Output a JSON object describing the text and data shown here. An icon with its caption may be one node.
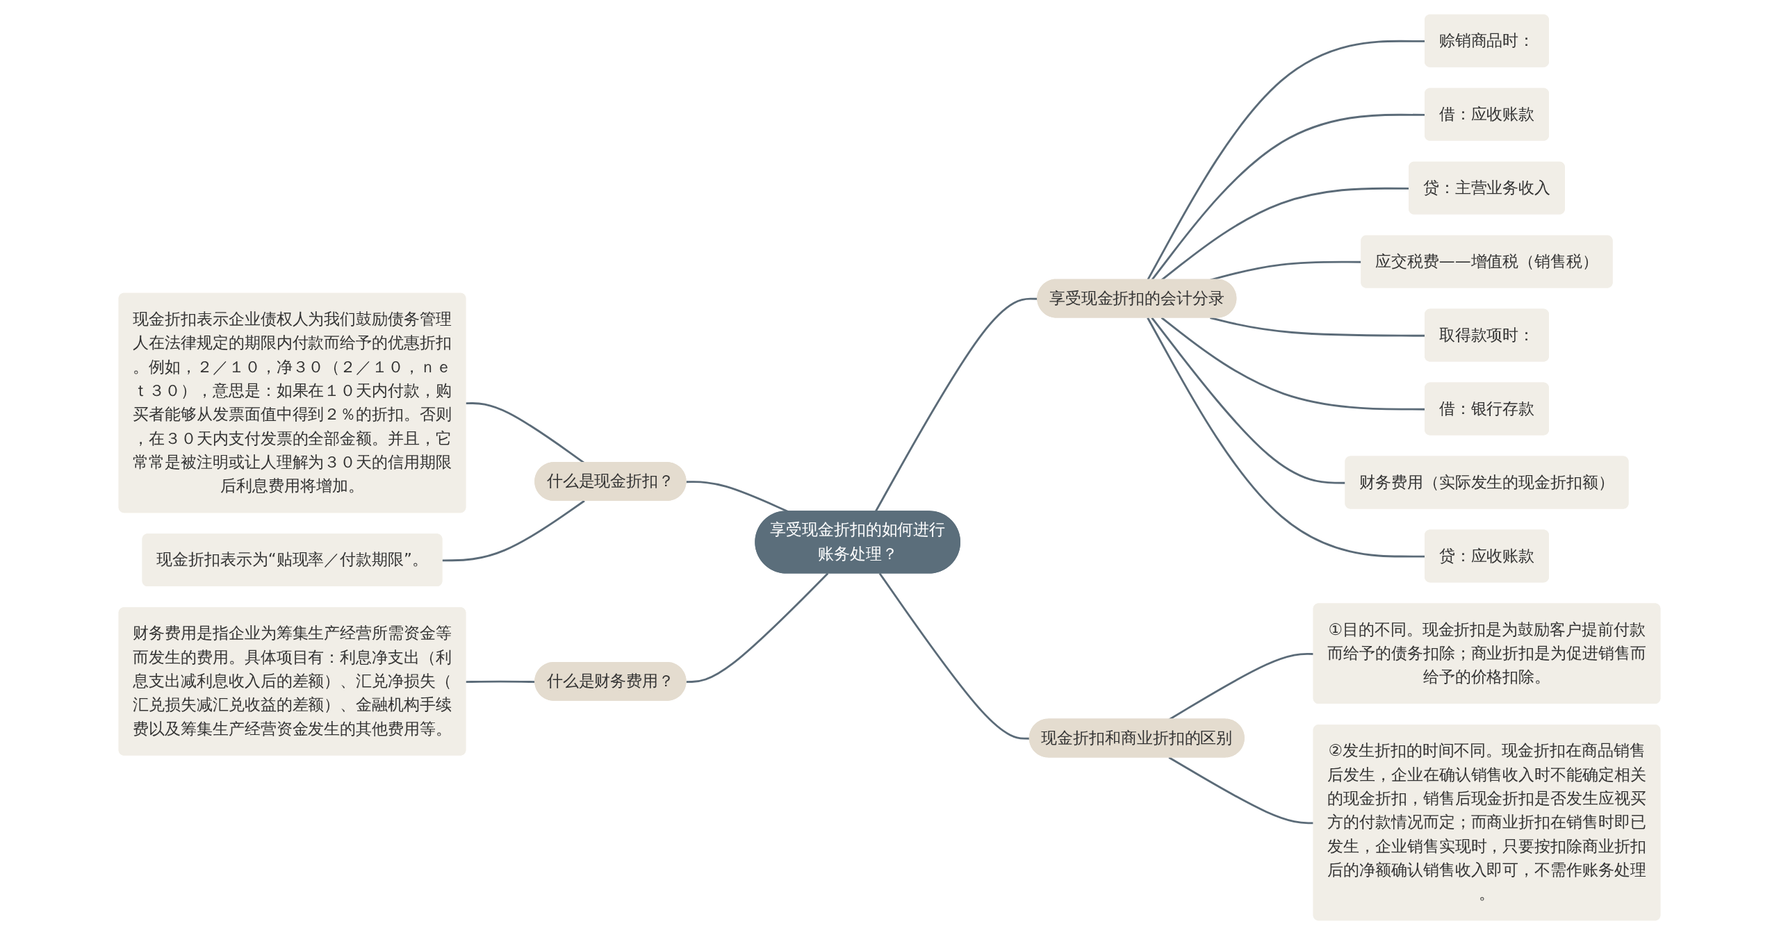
{
  "diagram": {
    "nodes": [
      {
        "text": [
          "享受现金折扣的如何进行账务处理？"
        ]
      },
      {
        "text": [
          "什么是现金折扣？"
        ]
      },
      {
        "text": [
          "现金折扣表示企业债权人为我们鼓励债务管理人在法律规定的期限内付款而给予的优惠折扣。例如，２／１０，净３０（２／１０，ｎｅｔ３０），意思是：如果在１０天内付款，购买者能够从发票面值中得到２％的折扣。否则，在３０天内支付发票的全部金额。并且，它常常是被注明或让人理解为３０天的信用期限后利息费用将增加。"
        ]
      },
      {
        "text": [
          "现金折扣表示为“贴现率／付款期限”。"
        ]
      },
      {
        "text": [
          "什么是财务费用？"
        ]
      },
      {
        "text": [
          "财务费用是指企业为筹集生产经营所需资金等而发生的费用。具体项目有：利息净支出（利息支出减利息收入后的差额）、汇兑净损失（汇兑损失减汇兑收益的差额）、金融机构手续费以及筹集生产经营资金发生的其他费用等。"
        ]
      },
      {
        "text": [
          "享受现金折扣的会计分录"
        ]
      },
      {
        "text": [
          "赊销商品时："
        ]
      },
      {
        "text": [
          "借：应收账款"
        ]
      },
      {
        "text": [
          "贷：主营业务收入"
        ]
      },
      {
        "text": [
          "应交税费——增值税（销售税）"
        ]
      },
      {
        "text": [
          "取得款项时："
        ]
      },
      {
        "text": [
          "借：银行存款"
        ]
      },
      {
        "text": [
          "财务费用（实际发生的现金折扣额）"
        ]
      },
      {
        "text": [
          "贷：应收账款"
        ]
      },
      {
        "text": [
          "现金折扣和商业折扣的区别"
        ]
      },
      {
        "text": [
          "①目的不同。现金折扣是为鼓励客户提前付款而给予的债务扣除；商业折扣是为促进销售而给予的价格扣除。"
        ]
      },
      {
        "text": [
          "②发生折扣的时间不同。现金折扣在商品销售后发生，企业在确认销售收入时不能确定相关的现金折扣，销售后现金折扣是否发生应视买方的付款情况而定；而商业折扣在销售时即已发生，企业销售实现时，只要按扣除商业折扣后的净额确认销售收入即可，不需作账务处理。"
        ]
      }
    ],
    "edges": [
      {
        "from": 2,
        "to": 1,
        "arrow": "none"
      },
      {
        "from": 3,
        "to": 1,
        "arrow": "none"
      },
      {
        "from": 1,
        "to": 0,
        "arrow": "none"
      },
      {
        "from": 5,
        "to": 4,
        "arrow": "none"
      },
      {
        "from": 4,
        "to": 0,
        "arrow": "none"
      },
      {
        "from": 0,
        "to": 6,
        "arrow": "none"
      },
      {
        "from": 6,
        "to": 7,
        "arrow": "none"
      },
      {
        "from": 6,
        "to": 8,
        "arrow": "none"
      },
      {
        "from": 6,
        "to": 9,
        "arrow": "none"
      },
      {
        "from": 6,
        "to": 10,
        "arrow": "none"
      },
      {
        "from": 6,
        "to": 11,
        "arrow": "none"
      },
      {
        "from": 6,
        "to": 12,
        "arrow": "none"
      },
      {
        "from": 6,
        "to": 13,
        "arrow": "none"
      },
      {
        "from": 6,
        "to": 14,
        "arrow": "none"
      },
      {
        "from": 0,
        "to": 15,
        "arrow": "none"
      },
      {
        "from": 15,
        "to": 16,
        "arrow": "none"
      },
      {
        "from": 15,
        "to": 17,
        "arrow": "none"
      }
    ]
  }
}
